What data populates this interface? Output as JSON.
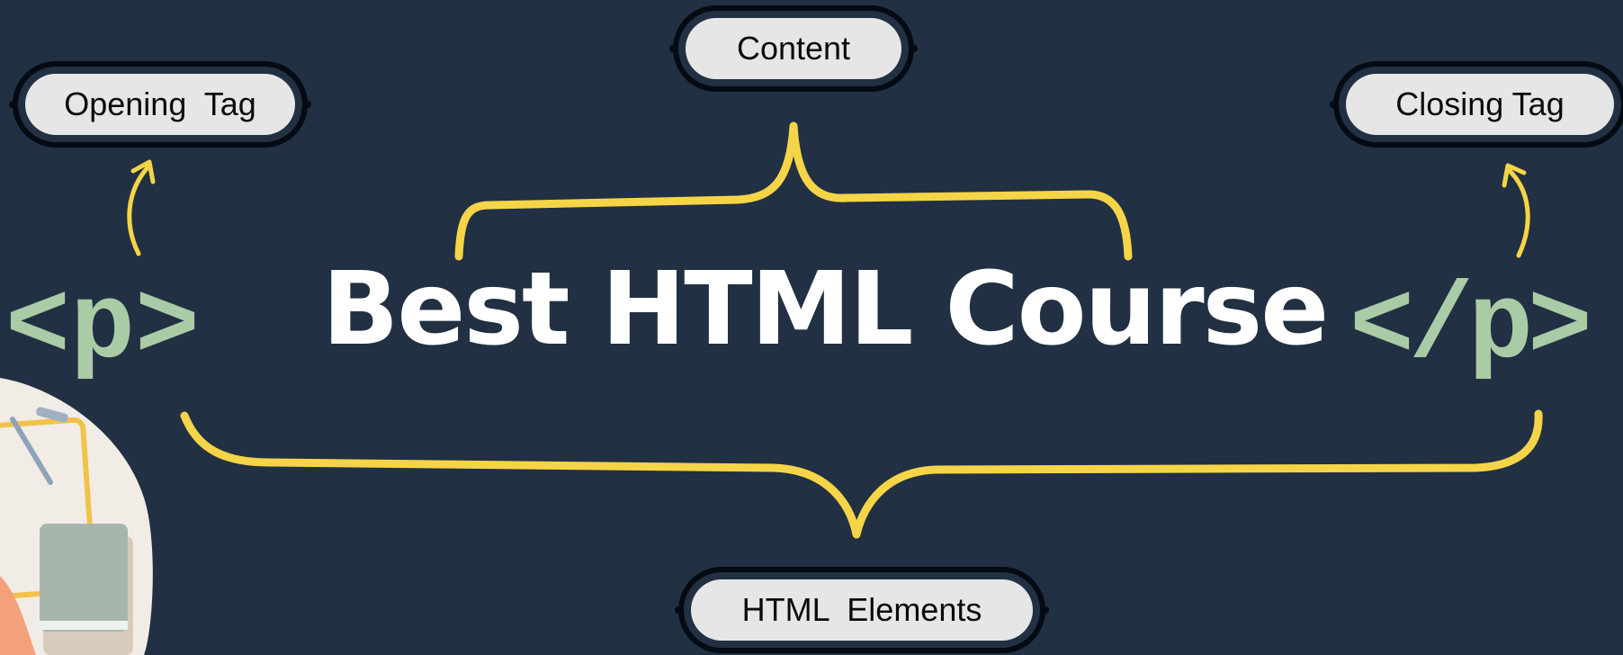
{
  "title": "Best HTML Course",
  "labels": {
    "opening_tag": "Opening  Tag",
    "content": "Content",
    "closing_tag": "Closing Tag",
    "html_elements": "HTML  Elements"
  },
  "tags": {
    "open": "<p>",
    "close": "</p>"
  },
  "colors": {
    "background": "#213042",
    "accent_yellow": "#f5d547",
    "tag_green": "#a9cba6",
    "pill_fill": "#e6e6e6"
  }
}
